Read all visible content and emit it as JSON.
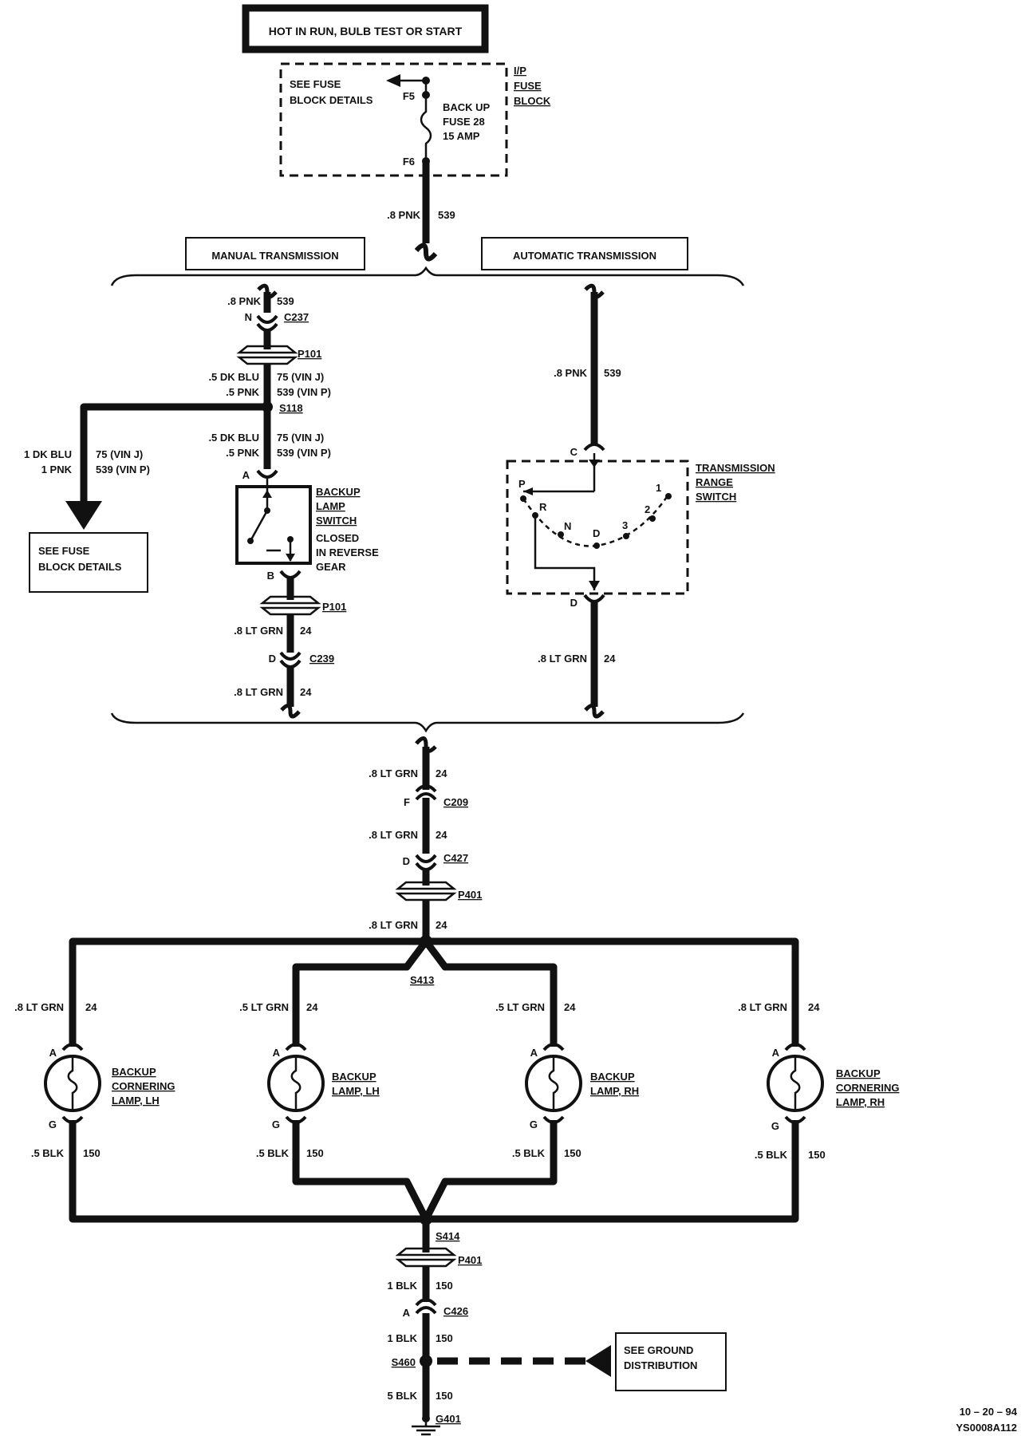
{
  "header": {
    "title": "HOT IN RUN, BULB TEST OR START"
  },
  "fuse_block": {
    "name_lines": [
      "I/P",
      "FUSE",
      "BLOCK"
    ],
    "see_details_lines": [
      "SEE  FUSE",
      "BLOCK  DETAILS"
    ],
    "fuse_lines": [
      "BACK UP",
      "FUSE 28",
      "15 AMP"
    ],
    "pin_in": "F5",
    "pin_out": "F6"
  },
  "top_wire": {
    "gauge": ".8 PNK",
    "circuit": "539"
  },
  "sections": {
    "manual": "MANUAL TRANSMISSION",
    "automatic": "AUTOMATIC TRANSMISSION"
  },
  "manual": {
    "wire1": {
      "gauge": ".8 PNK",
      "circuit": "539"
    },
    "c237": {
      "pin": "N",
      "id": "C237"
    },
    "p101_top": "P101",
    "wire2": {
      "gauge1": ".5 DK BLU",
      "circuit1": "75  (VIN J)",
      "gauge2": ".5 PNK",
      "circuit2": "539  (VIN P)"
    },
    "splice": "S118",
    "wire3": {
      "gauge1": ".5 DK BLU",
      "circuit1": "75  (VIN J)",
      "gauge2": ".5 PNK",
      "circuit2": "539  (VIN P)"
    },
    "branch": {
      "gauge1": "1  DK  BLU",
      "circuit1": "75  (VIN  J)",
      "gauge2": "1  PNK",
      "circuit2": "539  (VIN  P)"
    },
    "see_fuse_lines": [
      "SEE FUSE",
      "BLOCK DETAILS"
    ],
    "switch": {
      "pin_top": "A",
      "pin_bottom": "B",
      "name_lines": [
        "BACKUP",
        "LAMP",
        "SWITCH"
      ],
      "desc_lines": [
        "CLOSED",
        "IN  REVERSE",
        "GEAR"
      ]
    },
    "p101_bottom": "P101",
    "wire4": {
      "gauge": ".8 LT GRN",
      "circuit": "24"
    },
    "c239": {
      "pin": "D",
      "id": "C239"
    },
    "wire5": {
      "gauge": ".8 LT GRN",
      "circuit": "24"
    }
  },
  "automatic": {
    "wire1": {
      "gauge": ".8 PNK",
      "circuit": "539"
    },
    "pin_top": "C",
    "pin_bottom": "D",
    "switch_name_lines": [
      "TRANSMISSION",
      "RANGE",
      "SWITCH"
    ],
    "positions": [
      "P",
      "R",
      "N",
      "D",
      "3",
      "2",
      "1"
    ],
    "wire2": {
      "gauge": ".8 LT GRN",
      "circuit": "24"
    }
  },
  "common": {
    "wire1": {
      "gauge": ".8 LT GRN",
      "circuit": "24"
    },
    "c209": {
      "pin": "F",
      "id": "C209"
    },
    "wire2": {
      "gauge": ".8 LT GRN",
      "circuit": "24"
    },
    "c427": {
      "pin": "D",
      "id": "C427"
    },
    "p401_top": "P401",
    "wire3": {
      "gauge": ".8 LT GRN",
      "circuit": "24"
    },
    "s413": "S413",
    "s414": "S414",
    "p401_bottom": "P401"
  },
  "lamps": [
    {
      "in_gauge": ".8 LT GRN",
      "in_circuit": "24",
      "pin_in": "A",
      "pin_out": "G",
      "out_gauge": ".5 BLK",
      "out_circuit": "150",
      "name_lines": [
        "BACKUP",
        "CORNERING",
        "LAMP,  LH"
      ]
    },
    {
      "in_gauge": ".5 LT GRN",
      "in_circuit": "24",
      "pin_in": "A",
      "pin_out": "G",
      "out_gauge": ".5 BLK",
      "out_circuit": "150",
      "name_lines": [
        "BACKUP",
        "LAMP,  LH"
      ]
    },
    {
      "in_gauge": ".5 LT GRN",
      "in_circuit": "24",
      "pin_in": "A",
      "pin_out": "G",
      "out_gauge": ".5 BLK",
      "out_circuit": "150",
      "name_lines": [
        "BACKUP",
        "LAMP,  RH"
      ]
    },
    {
      "in_gauge": ".8 LT GRN",
      "in_circuit": "24",
      "pin_in": "A",
      "pin_out": "G",
      "out_gauge": ".5 BLK",
      "out_circuit": "150",
      "name_lines": [
        "BACKUP",
        "CORNERING",
        "LAMP,  RH"
      ]
    }
  ],
  "ground": {
    "wire1": {
      "gauge": "1 BLK",
      "circuit": "150"
    },
    "c426": {
      "pin": "A",
      "id": "C426"
    },
    "wire2": {
      "gauge": "1 BLK",
      "circuit": "150"
    },
    "splice": "S460",
    "see_lines": [
      "SEE GROUND",
      "DISTRIBUTION"
    ],
    "wire3": {
      "gauge": "5 BLK",
      "circuit": "150"
    },
    "point": "G401"
  },
  "footer": {
    "date": "10 – 20 – 94",
    "code": "YS0008A112"
  }
}
